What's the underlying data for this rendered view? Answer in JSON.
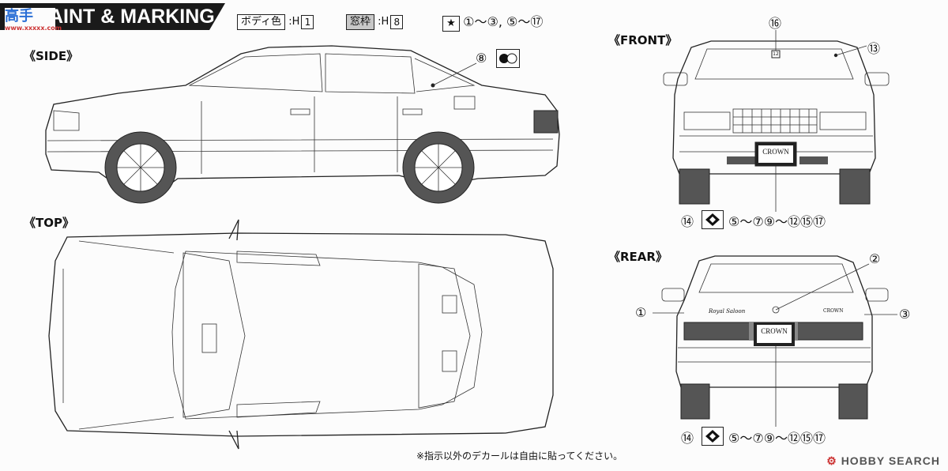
{
  "header": {
    "title": "AINT & MARKING",
    "watermark": "高手",
    "watermark_sub": "www.xxxxx.com"
  },
  "legend": {
    "body_color_label": "ボディ色",
    "body_color_code": "H",
    "body_color_num": "1",
    "window_frame_label": "窓枠",
    "window_frame_code": "H",
    "window_frame_num": "8",
    "decal_numbers": "①～③, ⑤～⑰"
  },
  "views": {
    "side": "《SIDE》",
    "top": "《TOP》",
    "front": "《FRONT》",
    "rear": "《REAR》"
  },
  "callouts": {
    "side_8": "⑧",
    "front_16": "⑯",
    "front_13": "⑬",
    "front_bottom": "⑭",
    "front_range": "⑤～⑦⑨～⑫⑮⑰",
    "rear_2": "②",
    "rear_1": "①",
    "rear_3": "③",
    "rear_bottom": "⑭",
    "rear_range": "⑤～⑦⑨～⑫⑮⑰"
  },
  "plates": {
    "front_plate": "CROWN",
    "rear_plate": "CROWN",
    "rear_badge_left": "Royal Saloon",
    "rear_badge_right": "CROWN",
    "front_small_plate": "12"
  },
  "footer": {
    "note": "※指示以外のデカールは自由に貼ってください。",
    "source_logo": "HOBBY SEARCH"
  }
}
